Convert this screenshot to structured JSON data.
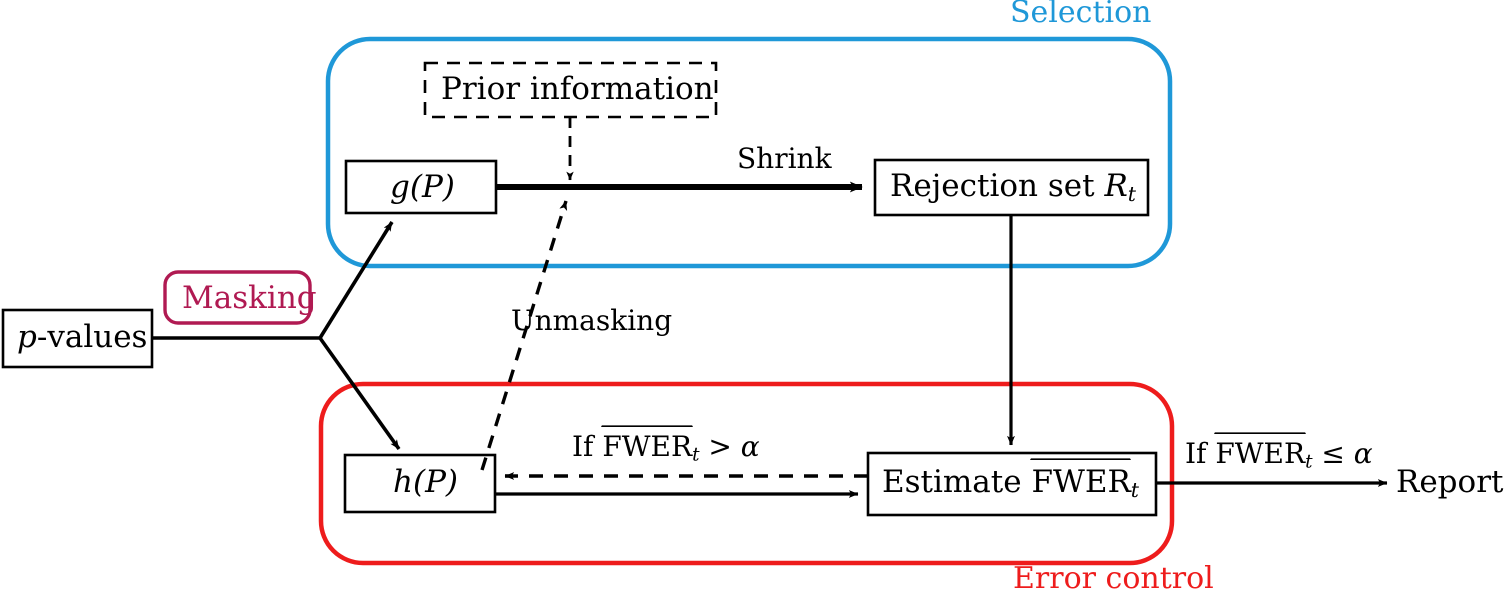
{
  "diagram": {
    "title_hidden": "Masked multiple-testing flowchart",
    "colors": {
      "selection_blue": "#1f98d8",
      "error_red": "#ee1c1c",
      "masking_crimson": "#b01a52",
      "ink": "#000000",
      "background": "#ffffff"
    },
    "groups": [
      {
        "id": "selection",
        "label": "Selection",
        "color": "#1f98d8"
      },
      {
        "id": "error-control",
        "label": "Error control",
        "color": "#ee1c1c"
      }
    ],
    "nodes": {
      "p_values": {
        "label_italic": "p",
        "label_rest": "-values"
      },
      "masking": {
        "label": "Masking"
      },
      "prior": {
        "label": "Prior information"
      },
      "g_of_p": {
        "label_italic": "g",
        "label_rest": "(P)"
      },
      "h_of_p": {
        "label_italic": "h",
        "label_rest": "(P)"
      },
      "rejection_set": {
        "label": "Rejection set",
        "symbol": "R",
        "subscript": "t"
      },
      "estimate_fwer": {
        "label": "Estimate",
        "symbol": "FWER",
        "subscript": "t"
      },
      "report": {
        "label": "Report"
      }
    },
    "edges": {
      "shrink": {
        "label": "Shrink"
      },
      "unmasking": {
        "label": "Unmasking"
      },
      "fwer_gt": {
        "prefix": "If",
        "symbol": "FWER",
        "subscript": "t",
        "relation": ">",
        "alpha": "α"
      },
      "fwer_le": {
        "prefix": "If",
        "symbol": "FWER",
        "subscript": "t",
        "relation": "≤",
        "alpha": "α"
      }
    }
  }
}
